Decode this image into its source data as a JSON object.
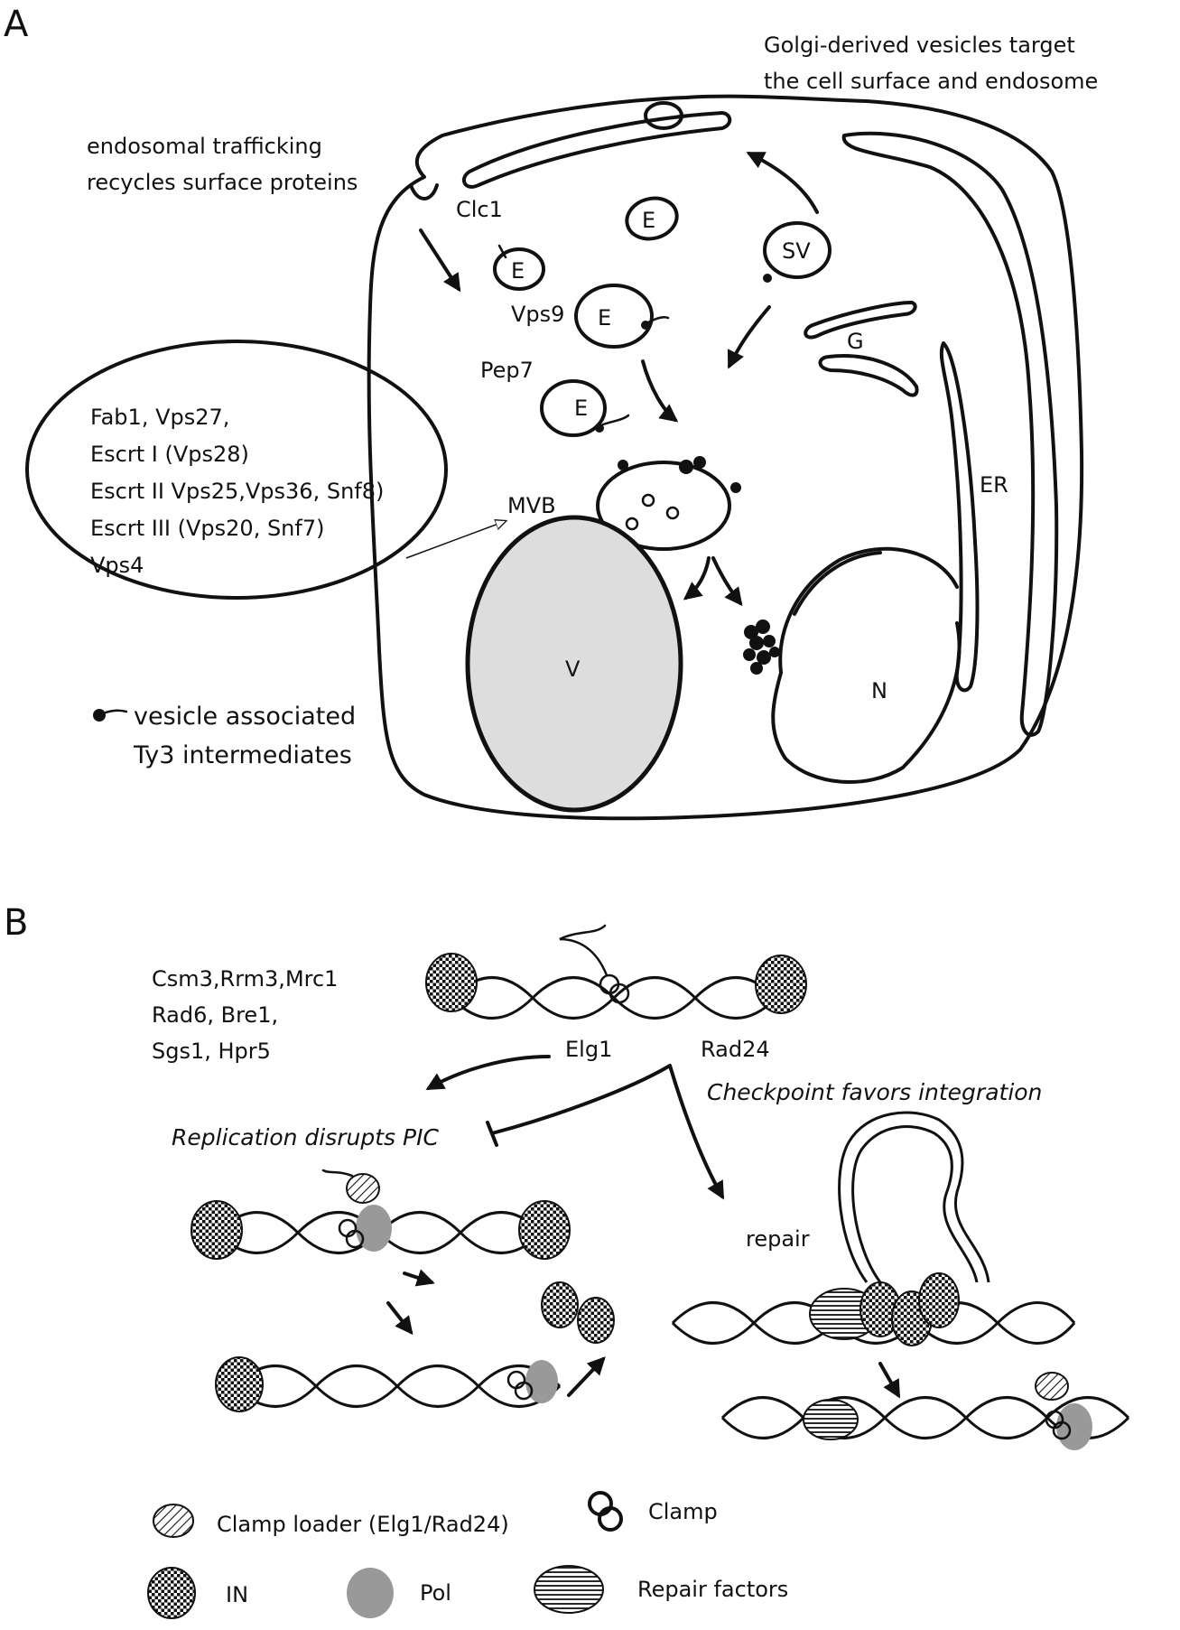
{
  "panel_a": {
    "label": "A",
    "golgi_note_line1": "Golgi-derived vesicles target",
    "golgi_note_line2": "the cell surface and endosome",
    "endo_note_line1": "endosomal trafficking",
    "endo_note_line2": "recycles surface proteins",
    "clc1": "Clc1",
    "vps9": "Vps9",
    "pep7": "Pep7",
    "endosome": "E",
    "secretory_vesicle": "SV",
    "golgi": "G",
    "er": "ER",
    "mvb": "MVB",
    "vacuole": "V",
    "nucleus": "N",
    "callout": [
      "Fab1, Vps27,",
      "Escrt I (Vps28)",
      "Escrt II Vps25,Vps36, Snf8)",
      "Escrt III (Vps20, Snf7)",
      "Vps4"
    ],
    "legend_line1": "vesicle associated",
    "legend_line2": "Ty3 intermediates"
  },
  "panel_b": {
    "label": "B",
    "factors": [
      "Csm3,Rrm3,Mrc1",
      "Rad6, Bre1,",
      "Sgs1, Hpr5"
    ],
    "elg1": "Elg1",
    "rad24": "Rad24",
    "checkpoint": "Checkpoint favors integration",
    "replication": "Replication disrupts PIC",
    "repair": "repair"
  },
  "legend": {
    "clamp_loader": "Clamp loader (Elg1/Rad24)",
    "clamp": "Clamp",
    "in": "IN",
    "pol": "Pol",
    "repair_factors": "Repair factors"
  },
  "colors": {
    "ink": "#111111",
    "vacuole_fill": "#dddddd",
    "pol_fill": "#999999"
  }
}
